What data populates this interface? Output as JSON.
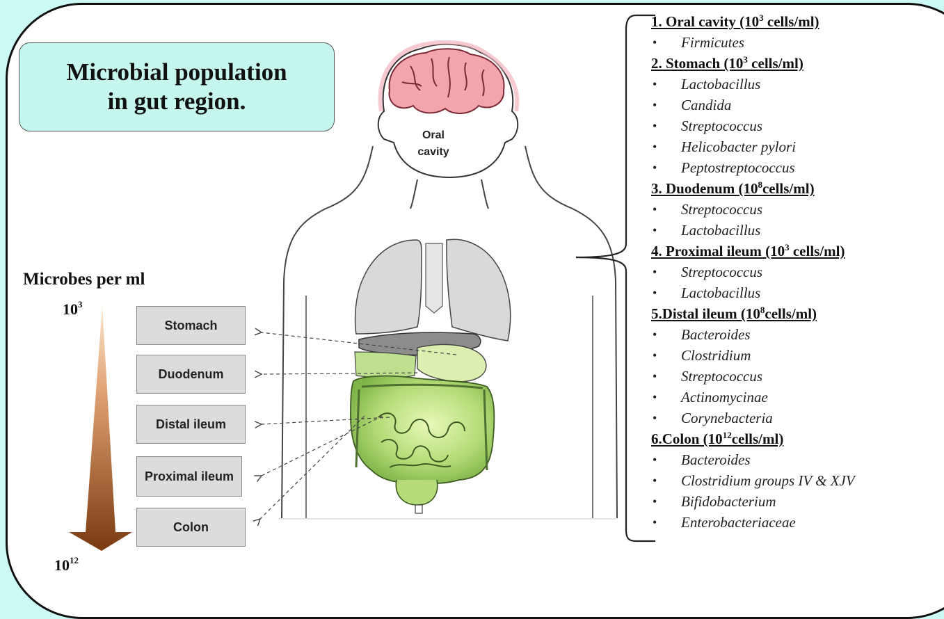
{
  "title": {
    "line1": "Microbial population",
    "line2": "in gut region."
  },
  "scale": {
    "title": "Microbes per ml",
    "top_base": "10",
    "top_exp": "3",
    "bottom_base": "10",
    "bottom_exp": "12"
  },
  "oral_label": {
    "line1": "Oral",
    "line2": "cavity"
  },
  "regions": [
    "Stomach",
    "Duodenum",
    "Distal ileum",
    "Proximal ileum",
    "Colon"
  ],
  "sections": [
    {
      "pre": "1. Oral cavity (10",
      "sup": "3",
      "post": " cells/ml)",
      "items": [
        "Firmicutes"
      ]
    },
    {
      "pre": "2. Stomach (10",
      "sup": "3",
      "post": " cells/ml)",
      "items": [
        "Lactobacillus",
        "Candida",
        "Streptococcus",
        "Helicobacter pylori",
        "Peptostreptococcus"
      ]
    },
    {
      "pre": "3. Duodenum (10",
      "sup": "8",
      "post": "cells/ml)",
      "items": [
        "Streptococcus",
        "Lactobacillus"
      ]
    },
    {
      "pre": "4. Proximal ileum  (10",
      "sup": "3",
      "post": " cells/ml)",
      "items": [
        "Streptococcus",
        "Lactobacillus"
      ]
    },
    {
      "pre": "5.Distal ileum (10",
      "sup": "8",
      "post": "cells/ml)",
      "items": [
        "Bacteroides",
        "Clostridium",
        "Streptococcus",
        "Actinomycinae",
        "Corynebacteria"
      ]
    },
    {
      "pre": "6.Colon (10",
      "sup": "12",
      "post": "cells/ml)",
      "items": [
        "Bacteroides",
        "Clostridium groups IV & XJV",
        "Bifidobacterium",
        "Enterobacteriaceae"
      ]
    }
  ],
  "colors": {
    "background": "#ccfaf5",
    "title_box": "#c6f7ef",
    "region_box": "#dcdcdc",
    "arrow_top": "#f2c8a0",
    "arrow_bottom": "#7a3a10",
    "brain": "#e06070",
    "organs_green": "#9ccc5a",
    "lungs": "#d8d8d8"
  }
}
